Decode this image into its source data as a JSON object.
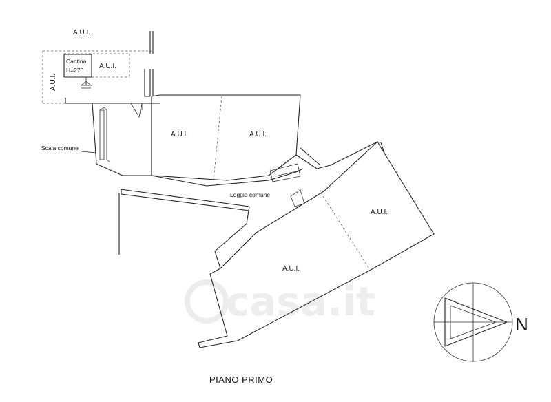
{
  "labels": {
    "aui": "A.U.I.",
    "cantina": "Cantina",
    "height": "H=270",
    "scala_comune": "Scala comune",
    "loggia_comune": "Loggia comune"
  },
  "floor_title": "PIANO PRIMO",
  "north": "N",
  "watermark": "casa.it"
}
